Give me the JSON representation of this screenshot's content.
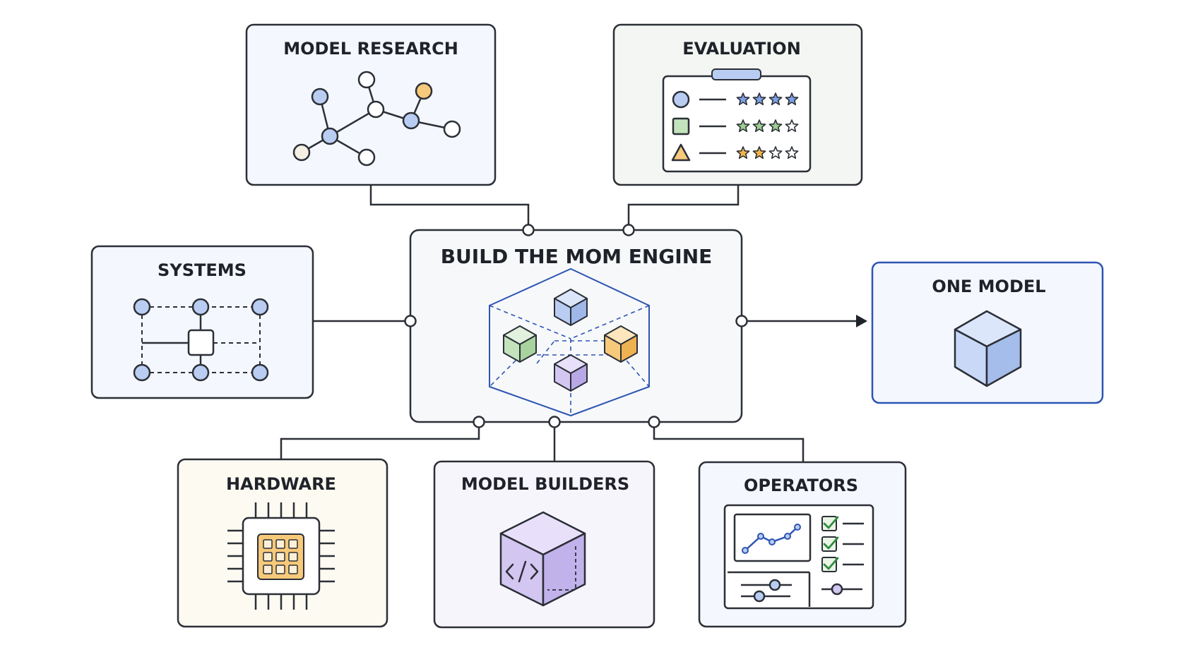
{
  "center": {
    "title": "BUILD THE MOM ENGINE"
  },
  "nodes": {
    "model_research": {
      "title": "MODEL RESEARCH"
    },
    "evaluation": {
      "title": "EVALUATION"
    },
    "systems": {
      "title": "SYSTEMS"
    },
    "one_model": {
      "title": "ONE MODEL"
    },
    "hardware": {
      "title": "HARDWARE"
    },
    "model_builders": {
      "title": "MODEL BUILDERS"
    },
    "operators": {
      "title": "OPERATORS"
    }
  },
  "evaluation_ratings": [
    {
      "shape": "circle",
      "stars": 4
    },
    {
      "shape": "square",
      "stars": 3
    },
    {
      "shape": "triangle",
      "stars": 2
    }
  ],
  "operators_checklist": {
    "checked_items": 3
  },
  "colors": {
    "blue": "#b9cdf2",
    "green": "#c3e3bd",
    "orange": "#f7c97a",
    "purple": "#d3c6f1",
    "center_cube_stroke": "#2d55b3",
    "outline": "#2b2f36"
  },
  "icons": {
    "model_research": "network-graph-icon",
    "evaluation": "rating-clipboard-icon",
    "systems": "system-grid-icon",
    "engine": "modular-cube-icon",
    "one_model": "cube-icon",
    "hardware": "chip-icon",
    "model_builders": "code-cube-icon",
    "operators": "dashboard-icon"
  }
}
